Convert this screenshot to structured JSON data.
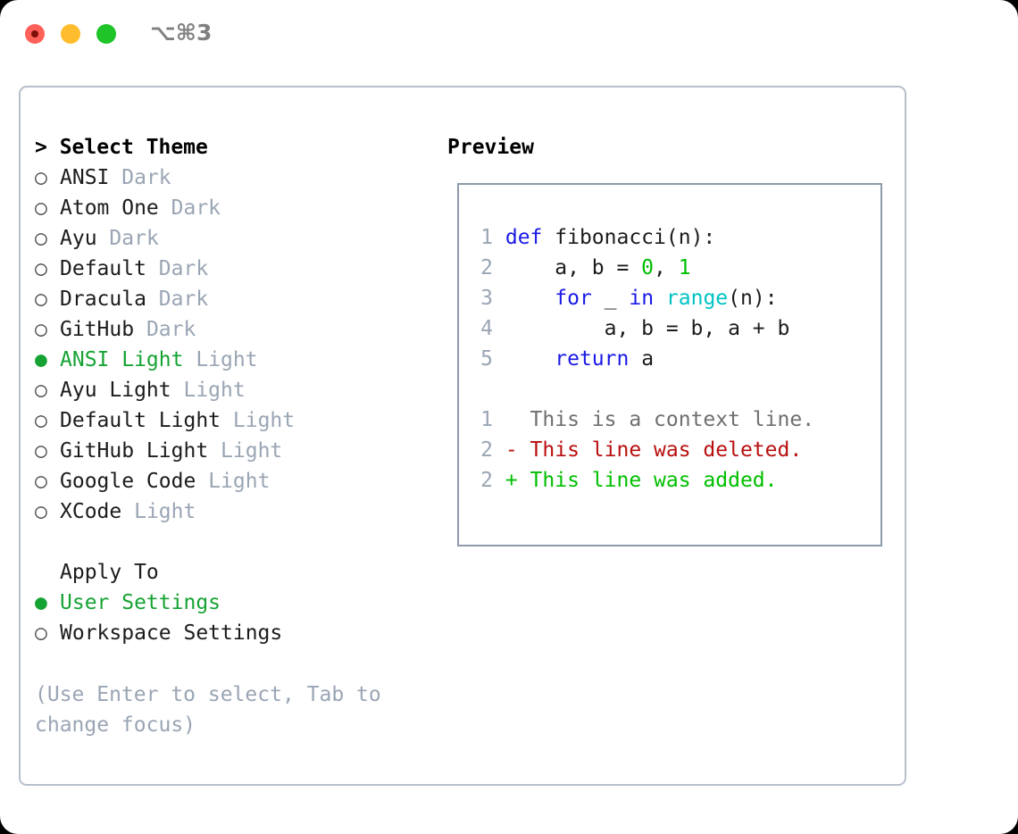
{
  "titlebar": {
    "shortcut": "⌥⌘3",
    "buttons": {
      "close": "close",
      "minimize": "minimize",
      "maximize": "maximize"
    }
  },
  "theme_panel": {
    "heading_marker": "> ",
    "heading": "Select Theme",
    "marker_selected": "●",
    "marker_unselected": "○",
    "items": [
      {
        "marker": "○",
        "name": "ANSI",
        "variant": "Dark",
        "selected": false
      },
      {
        "marker": "○",
        "name": "Atom One",
        "variant": "Dark",
        "selected": false
      },
      {
        "marker": "○",
        "name": "Ayu",
        "variant": "Dark",
        "selected": false
      },
      {
        "marker": "○",
        "name": "Default",
        "variant": "Dark",
        "selected": false
      },
      {
        "marker": "○",
        "name": "Dracula",
        "variant": "Dark",
        "selected": false
      },
      {
        "marker": "○",
        "name": "GitHub",
        "variant": "Dark",
        "selected": false
      },
      {
        "marker": "●",
        "name": "ANSI Light",
        "variant": "Light",
        "selected": true
      },
      {
        "marker": "○",
        "name": "Ayu Light",
        "variant": "Light",
        "selected": false
      },
      {
        "marker": "○",
        "name": "Default Light",
        "variant": "Light",
        "selected": false
      },
      {
        "marker": "○",
        "name": "GitHub Light",
        "variant": "Light",
        "selected": false
      },
      {
        "marker": "○",
        "name": "Google Code",
        "variant": "Light",
        "selected": false
      },
      {
        "marker": "○",
        "name": "XCode",
        "variant": "Light",
        "selected": false
      }
    ]
  },
  "apply_to": {
    "heading": "Apply To",
    "options": [
      {
        "marker": "●",
        "label": "User Settings",
        "selected": true
      },
      {
        "marker": "○",
        "label": "Workspace Settings",
        "selected": false
      }
    ]
  },
  "hint": "(Use Enter to select, Tab to change focus)",
  "preview": {
    "title": "Preview",
    "code_lines": [
      {
        "number": "1",
        "tokens": [
          {
            "text": " ",
            "type": "plain"
          },
          {
            "text": "def",
            "type": "kw"
          },
          {
            "text": " fibonacci(n):",
            "type": "plain"
          }
        ]
      },
      {
        "number": "2",
        "tokens": [
          {
            "text": "     a, b = ",
            "type": "plain"
          },
          {
            "text": "0",
            "type": "num"
          },
          {
            "text": ", ",
            "type": "plain"
          },
          {
            "text": "1",
            "type": "num"
          }
        ]
      },
      {
        "number": "3",
        "tokens": [
          {
            "text": "     ",
            "type": "plain"
          },
          {
            "text": "for",
            "type": "kw"
          },
          {
            "text": " _ ",
            "type": "plain"
          },
          {
            "text": "in",
            "type": "kw"
          },
          {
            "text": " ",
            "type": "plain"
          },
          {
            "text": "range",
            "type": "builtin"
          },
          {
            "text": "(n):",
            "type": "plain"
          }
        ]
      },
      {
        "number": "4",
        "tokens": [
          {
            "text": "         a, b = b, a + b",
            "type": "plain"
          }
        ]
      },
      {
        "number": "5",
        "tokens": [
          {
            "text": "     ",
            "type": "plain"
          },
          {
            "text": "return",
            "type": "kw"
          },
          {
            "text": " a",
            "type": "plain"
          }
        ]
      }
    ],
    "diff_lines": [
      {
        "number": "1",
        "prefix": "  ",
        "text": " This is a context line.",
        "type": "context"
      },
      {
        "number": "2",
        "prefix": " -",
        "text": " This line was deleted.",
        "type": "deleted"
      },
      {
        "number": "2",
        "prefix": " +",
        "text": " This line was added.",
        "type": "added"
      }
    ]
  },
  "colors": {
    "accent_green": "#16a334",
    "muted": "#9aa5b4",
    "keyword_blue": "#1a1ae6",
    "builtin_cyan": "#00c3c3",
    "number_green": "#00bf00",
    "diff_delete_red": "#b80f0f",
    "diff_add_green": "#00bf00",
    "border": "#8d9aab",
    "frame_border": "#b7bfcb",
    "traffic_red": "#ff6159",
    "traffic_yellow": "#ffbd2e",
    "traffic_green": "#1ec428"
  }
}
